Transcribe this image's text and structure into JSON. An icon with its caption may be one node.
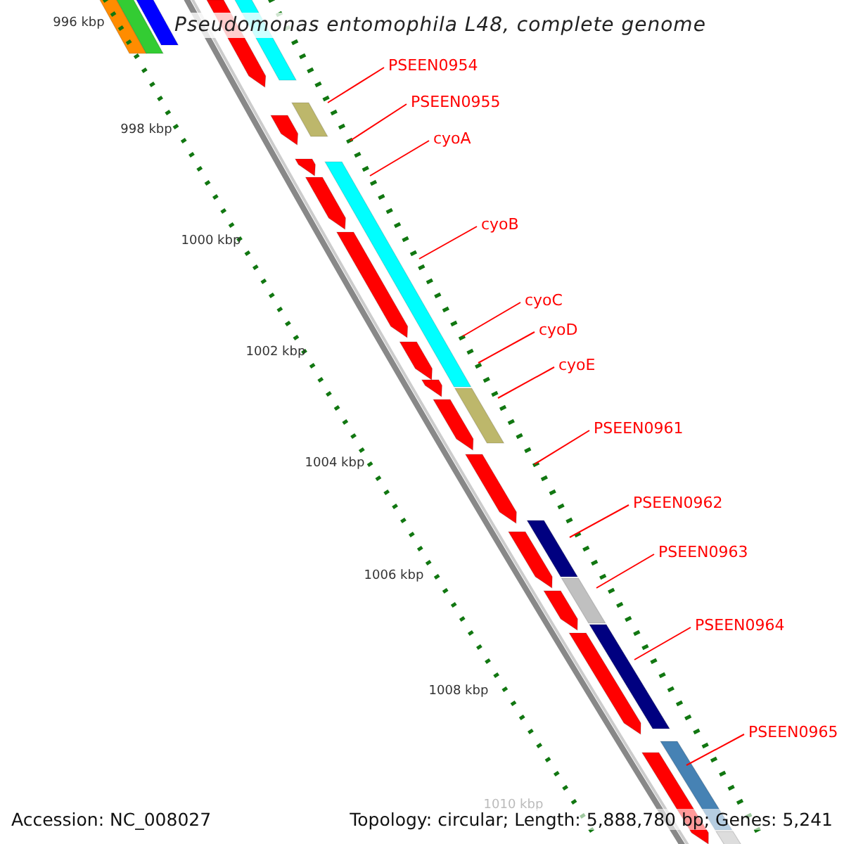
{
  "diagram": {
    "title": "Pseudomonas entomophila L48, complete genome",
    "nodes": [
      {
        "text": [
          "PSEEN0954"
        ]
      },
      {
        "text": [
          "PSEEN0955"
        ]
      },
      {
        "text": [
          "cyoA"
        ]
      },
      {
        "text": [
          "cyoB"
        ]
      },
      {
        "text": [
          "cyoC"
        ]
      },
      {
        "text": [
          "cyoD"
        ]
      },
      {
        "text": [
          "cyoE"
        ]
      },
      {
        "text": [
          "PSEEN0961"
        ]
      },
      {
        "text": [
          "PSEEN0962"
        ]
      },
      {
        "text": [
          "PSEEN0963"
        ]
      },
      {
        "text": [
          "PSEEN0964"
        ]
      },
      {
        "text": [
          "PSEEN0965"
        ]
      }
    ],
    "edges": [
      {
        "from": 0,
        "to": null,
        "arrow": "none"
      },
      {
        "from": 1,
        "to": null,
        "arrow": "none"
      },
      {
        "from": 2,
        "to": null,
        "arrow": "none"
      },
      {
        "from": 3,
        "to": null,
        "arrow": "none"
      },
      {
        "from": 4,
        "to": null,
        "arrow": "none"
      },
      {
        "from": 5,
        "to": null,
        "arrow": "none"
      },
      {
        "from": 6,
        "to": null,
        "arrow": "none"
      },
      {
        "from": 7,
        "to": null,
        "arrow": "none"
      },
      {
        "from": 8,
        "to": null,
        "arrow": "none"
      },
      {
        "from": 9,
        "to": null,
        "arrow": "none"
      },
      {
        "from": 10,
        "to": null,
        "arrow": "none"
      },
      {
        "from": 11,
        "to": null,
        "arrow": "none"
      }
    ],
    "labels": [
      "996 kbp",
      "998 kbp",
      "1000 kbp",
      "1002 kbp",
      "1004 kbp",
      "1006 kbp",
      "1008 kbp",
      "1010 kbp",
      "Accession: NC_008027",
      "Topology: circular; Length: 5,888,780 bp; Genes: 5,241"
    ]
  }
}
